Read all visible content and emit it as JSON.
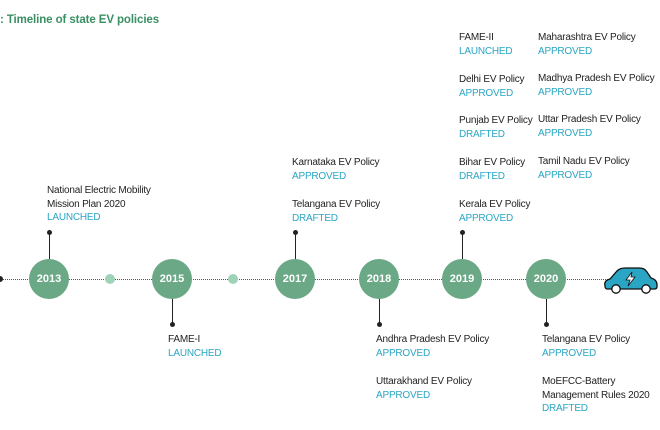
{
  "title": ": Timeline of state EV policies",
  "colors": {
    "year_circle": "#6aa886",
    "minor_dot": "#9fd3b7",
    "status_text": "#2aa6c4",
    "car": "#2aa6c4",
    "title": "#3a8f63"
  },
  "years": [
    "2013",
    "2015",
    "2017",
    "2018",
    "2019",
    "2020"
  ],
  "entries": {
    "y2013_above": [
      {
        "name": "National Electric Mobility",
        "name2": "Mission Plan 2020",
        "status": "LAUNCHED"
      }
    ],
    "y2015_below": [
      {
        "name": "FAME-I",
        "status": "LAUNCHED"
      }
    ],
    "y2017_above": [
      {
        "name": "Karnataka EV Policy",
        "status": "APPROVED"
      },
      {
        "name": "Telangana EV Policy",
        "status": "DRAFTED"
      }
    ],
    "y2018_below": [
      {
        "name": "Andhra Pradesh EV Policy",
        "status": "APPROVED"
      },
      {
        "name": "Uttarakhand EV Policy",
        "status": "APPROVED"
      }
    ],
    "y2019_above_col1": [
      {
        "name": "FAME-II",
        "status": "LAUNCHED"
      },
      {
        "name": "Delhi EV Policy",
        "status": "APPROVED"
      },
      {
        "name": "Punjab EV Policy",
        "status": "DRAFTED"
      },
      {
        "name": "Bihar EV Policy",
        "status": "DRAFTED"
      },
      {
        "name": "Kerala EV Policy",
        "status": "APPROVED"
      }
    ],
    "y2019_above_col2": [
      {
        "name": "Maharashtra EV Policy",
        "status": "APPROVED"
      },
      {
        "name": "Madhya Pradesh EV Policy",
        "status": "APPROVED"
      },
      {
        "name": "Uttar Pradesh EV Policy",
        "status": "APPROVED"
      },
      {
        "name": "Tamil Nadu EV Policy",
        "status": "APPROVED"
      }
    ],
    "y2020_below": [
      {
        "name": "Telangana EV Policy",
        "status": "APPROVED"
      },
      {
        "name": "MoEFCC-Battery",
        "name2": "Management Rules 2020",
        "status": "DRAFTED"
      }
    ]
  },
  "icons": {
    "end": "electric-car-icon",
    "bolt": "lightning-bolt-icon"
  }
}
